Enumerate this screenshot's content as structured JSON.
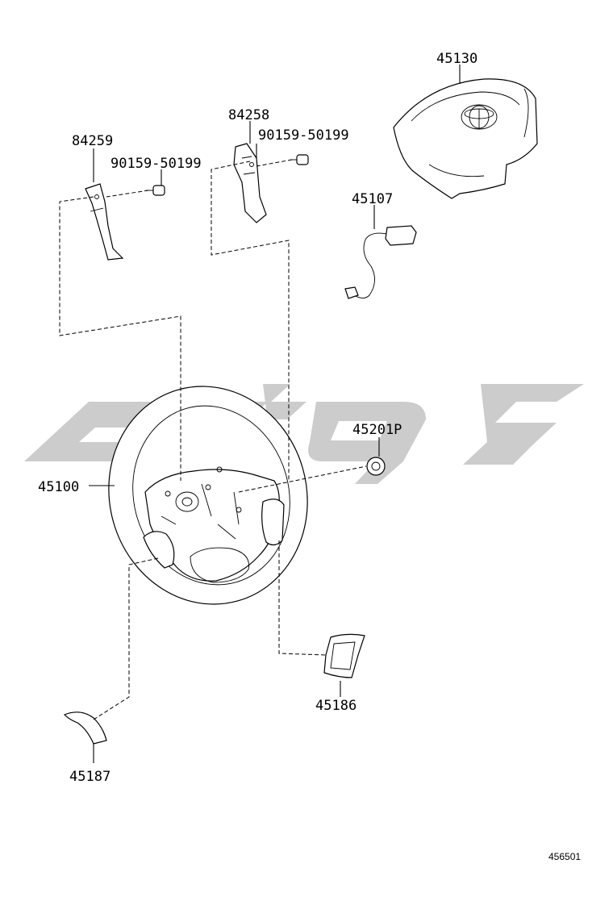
{
  "diagram": {
    "labels": {
      "p45130": "45130",
      "p84258": "84258",
      "p90159_right": "90159-50199",
      "p84259": "84259",
      "p90159_left": "90159-50199",
      "p45107": "45107",
      "p45201P": "45201P",
      "p45100": "45100",
      "p45186": "45186",
      "p45187": "45187"
    },
    "figure_ref": "456501",
    "colors": {
      "ink": "#000000",
      "watermark": "#c8c8c8",
      "background": "#ffffff"
    },
    "watermark_logo": "brand-logo-watermark"
  }
}
